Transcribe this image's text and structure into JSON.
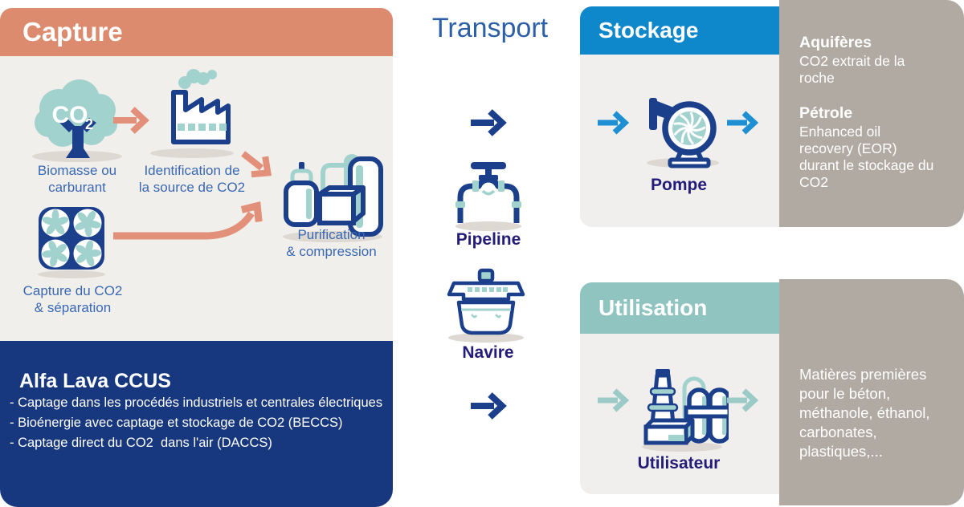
{
  "colors": {
    "salmon_header": "#DD8B6F",
    "salmon_arrow": "#E2907A",
    "panel_bg": "#F1EFEC",
    "navy_box": "#17387E",
    "navy_icon": "#1C3F8C",
    "label_indigo": "#231C78",
    "caption_blue": "#3A68B2",
    "transport_blue": "#2C5FA7",
    "stockage_blue": "#0F87CB",
    "stockage_arrow": "#1D8FD2",
    "teal_header": "#8FC4C0",
    "teal_arrow": "#9CCBC7",
    "taupe_panel": "#B1AAA3",
    "icon_teal": "#A2D2CE",
    "shadow": "#DDD8D1"
  },
  "capture": {
    "title": "Capture",
    "tree_gas": {
      "main": "CO",
      "sub": "2"
    },
    "steps": [
      {
        "label": "Biomasse ou\ncarburant",
        "icon": "tree-co2"
      },
      {
        "label": "Identification de\nla source de CO2",
        "icon": "factory"
      },
      {
        "label": "Capture du CO2\n& séparation",
        "icon": "fan-unit"
      },
      {
        "label": "Purification\n& compression",
        "icon": "tanks"
      }
    ],
    "info_box": {
      "title": "Alfa Lava CCUS",
      "items": [
        "- Captage dans les procédés industriels et centrales électriques",
        "- Bioénergie avec captage et stockage de CO2 (BECCS)",
        "- Captage direct du CO2  dans l'air (DACCS)"
      ]
    }
  },
  "transport": {
    "title": "Transport",
    "modes": [
      {
        "label": "Pipeline",
        "icon": "pipeline-valve"
      },
      {
        "label": "Navire",
        "icon": "ship"
      }
    ]
  },
  "stockage": {
    "title": "Stockage",
    "equipment_label": "Pompe",
    "info": [
      {
        "heading": "Aquifères",
        "text": "CO2 extrait de la\nroche"
      },
      {
        "heading": "Pétrole",
        "text": "Enhanced oil\nrecovery (EOR)\ndurant le stockage du\nCO2"
      }
    ]
  },
  "utilisation": {
    "title": "Utilisation",
    "equipment_label": "Utilisateur",
    "info_text": "Matières premières\npour le béton,\nméthanole, éthanol,\ncarbonates,\nplastiques,..."
  }
}
